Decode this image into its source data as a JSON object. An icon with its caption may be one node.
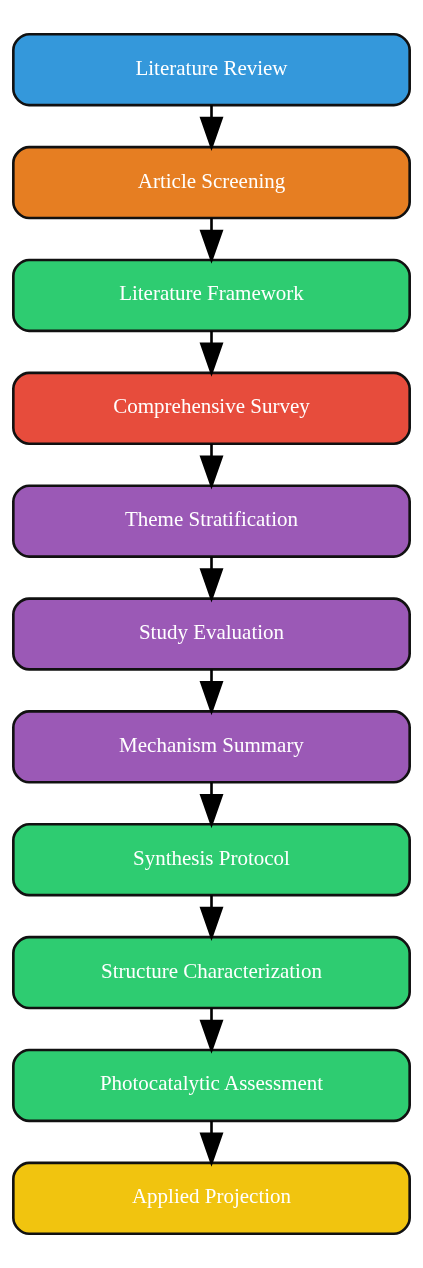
{
  "diagram": {
    "nodes": [
      {
        "text": [
          "Literature Review"
        ]
      },
      {
        "text": [
          "Article Screening"
        ]
      },
      {
        "text": [
          "Literature Framework"
        ]
      },
      {
        "text": [
          "Comprehensive Survey"
        ]
      },
      {
        "text": [
          "Theme Stratification"
        ]
      },
      {
        "text": [
          "Study Evaluation"
        ]
      },
      {
        "text": [
          "Mechanism Summary"
        ]
      },
      {
        "text": [
          "Synthesis Protocol"
        ]
      },
      {
        "text": [
          "Structure Characterization"
        ]
      },
      {
        "text": [
          "Photocatalytic Assessment"
        ]
      },
      {
        "text": [
          "Applied Projection"
        ]
      }
    ],
    "edges": [
      {
        "from": 0,
        "to": 1,
        "arrow": "to"
      },
      {
        "from": 1,
        "to": 2,
        "arrow": "to"
      },
      {
        "from": 2,
        "to": 3,
        "arrow": "to"
      },
      {
        "from": 3,
        "to": 4,
        "arrow": "to"
      },
      {
        "from": 4,
        "to": 5,
        "arrow": "to"
      },
      {
        "from": 5,
        "to": 6,
        "arrow": "to"
      },
      {
        "from": 6,
        "to": 7,
        "arrow": "to"
      },
      {
        "from": 7,
        "to": 8,
        "arrow": "to"
      },
      {
        "from": 8,
        "to": 9,
        "arrow": "to"
      },
      {
        "from": 9,
        "to": 10,
        "arrow": "to"
      }
    ]
  }
}
